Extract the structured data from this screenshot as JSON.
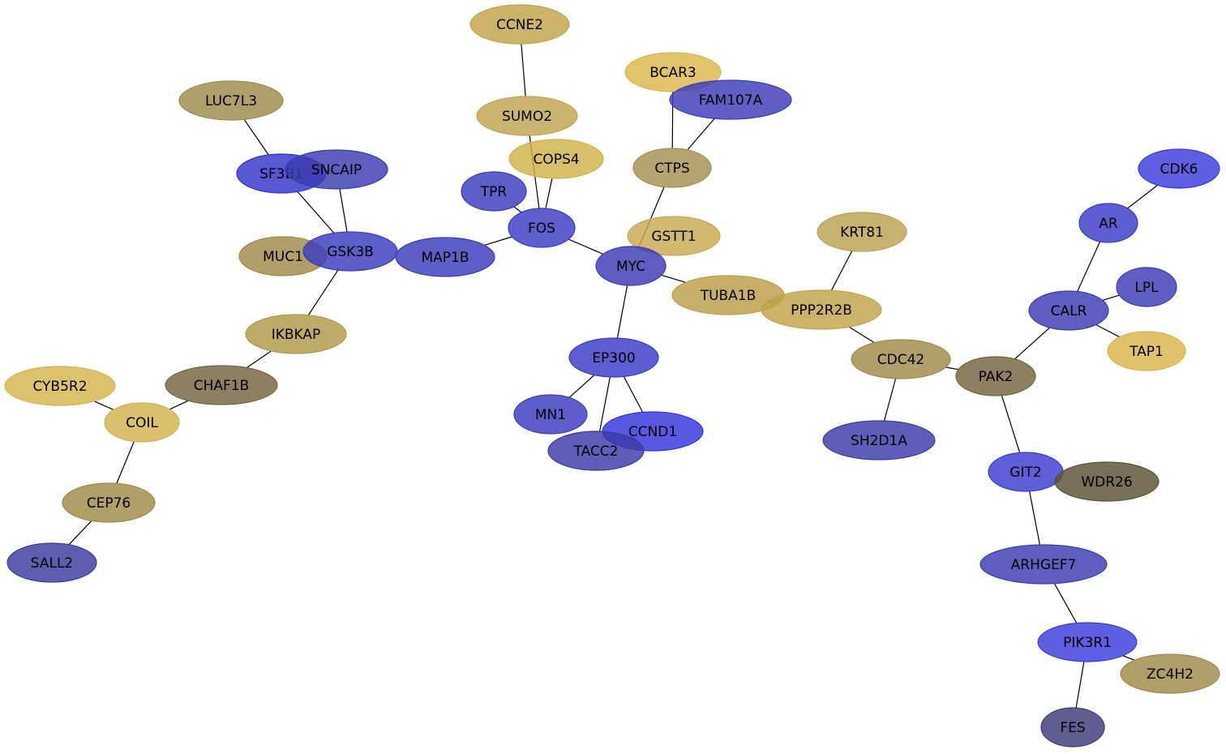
{
  "nodes": [
    {
      "id": "CCNE2",
      "label": "CCNE2",
      "color": "#c0a448"
    },
    {
      "id": "BCAR3",
      "label": "BCAR3",
      "color": "#dab64a"
    },
    {
      "id": "FAM107A",
      "label": "FAM107A",
      "color": "#3b3bb8"
    },
    {
      "id": "LUC7L3",
      "label": "LUC7L3",
      "color": "#9e8a4a"
    },
    {
      "id": "SUMO2",
      "label": "SUMO2",
      "color": "#c0a450"
    },
    {
      "id": "COPS4",
      "label": "COPS4",
      "color": "#cfb24a"
    },
    {
      "id": "CTPS",
      "label": "CTPS",
      "color": "#a69050"
    },
    {
      "id": "CDK6",
      "label": "CDK6",
      "color": "#3a3adc"
    },
    {
      "id": "SF3B1",
      "label": "SF3B1",
      "color": "#3333cc"
    },
    {
      "id": "SNCAIP",
      "label": "SNCAIP",
      "color": "#3b3bb0"
    },
    {
      "id": "TPR",
      "label": "TPR",
      "color": "#3b3bc0"
    },
    {
      "id": "FOS",
      "label": "FOS",
      "color": "#3b3bc4"
    },
    {
      "id": "GSTT1",
      "label": "GSTT1",
      "color": "#c8aa50"
    },
    {
      "id": "KRT81",
      "label": "KRT81",
      "color": "#bca150"
    },
    {
      "id": "AR",
      "label": "AR",
      "color": "#3b3bc8"
    },
    {
      "id": "MUC1",
      "label": "MUC1",
      "color": "#a08a48"
    },
    {
      "id": "GSK3B",
      "label": "GSK3B",
      "color": "#3b3bc0"
    },
    {
      "id": "MAP1B",
      "label": "MAP1B",
      "color": "#3b3bbc"
    },
    {
      "id": "MYC",
      "label": "MYC",
      "color": "#3b3bb4"
    },
    {
      "id": "LPL",
      "label": "LPL",
      "color": "#3b3bb8"
    },
    {
      "id": "TUBA1B",
      "label": "TUBA1B",
      "color": "#bc9e48"
    },
    {
      "id": "PPP2R2B",
      "label": "PPP2R2B",
      "color": "#c0a448"
    },
    {
      "id": "CALR",
      "label": "CALR",
      "color": "#3b3bb4"
    },
    {
      "id": "IKBKAP",
      "label": "IKBKAP",
      "color": "#b09848"
    },
    {
      "id": "TAP1",
      "label": "TAP1",
      "color": "#d8b54a"
    },
    {
      "id": "EP300",
      "label": "EP300",
      "color": "#3b3bc8"
    },
    {
      "id": "CDC42",
      "label": "CDC42",
      "color": "#a08a48"
    },
    {
      "id": "PAK2",
      "label": "PAK2",
      "color": "#746440"
    },
    {
      "id": "CYB5R2",
      "label": "CYB5R2",
      "color": "#d6b54e"
    },
    {
      "id": "CHAF1B",
      "label": "CHAF1B",
      "color": "#746440"
    },
    {
      "id": "COIL",
      "label": "COIL",
      "color": "#d0b24e"
    },
    {
      "id": "MN1",
      "label": "MN1",
      "color": "#3b3bc0"
    },
    {
      "id": "CCND1",
      "label": "CCND1",
      "color": "#3333dd"
    },
    {
      "id": "TACC2",
      "label": "TACC2",
      "color": "#3b3ba8"
    },
    {
      "id": "SH2D1A",
      "label": "SH2D1A",
      "color": "#3b3ba8"
    },
    {
      "id": "GIT2",
      "label": "GIT2",
      "color": "#3b3bd0"
    },
    {
      "id": "WDR26",
      "label": "WDR26",
      "color": "#5a5034"
    },
    {
      "id": "CEP76",
      "label": "CEP76",
      "color": "#a08a48"
    },
    {
      "id": "SALL2",
      "label": "SALL2",
      "color": "#3b3ba0"
    },
    {
      "id": "ARHGEF7",
      "label": "ARHGEF7",
      "color": "#3b3bb0"
    },
    {
      "id": "PIK3R1",
      "label": "PIK3R1",
      "color": "#3b3bdc"
    },
    {
      "id": "ZC4H2",
      "label": "ZC4H2",
      "color": "#a08a48"
    },
    {
      "id": "FES",
      "label": "FES",
      "color": "#3b3b78"
    }
  ],
  "edges": [
    [
      "CCNE2",
      "SUMO2"
    ],
    [
      "SUMO2",
      "FOS"
    ],
    [
      "COPS4",
      "FOS"
    ],
    [
      "TPR",
      "FOS"
    ],
    [
      "FOS",
      "MAP1B"
    ],
    [
      "FOS",
      "MYC"
    ],
    [
      "BCAR3",
      "CTPS"
    ],
    [
      "FAM107A",
      "CTPS"
    ],
    [
      "CTPS",
      "MYC"
    ],
    [
      "LUC7L3",
      "SF3B1"
    ],
    [
      "SF3B1",
      "GSK3B"
    ],
    [
      "SNCAIP",
      "GSK3B"
    ],
    [
      "MAP1B",
      "GSK3B"
    ],
    [
      "GSK3B",
      "IKBKAP"
    ],
    [
      "IKBKAP",
      "CHAF1B"
    ],
    [
      "CHAF1B",
      "COIL"
    ],
    [
      "CYB5R2",
      "COIL"
    ],
    [
      "COIL",
      "CEP76"
    ],
    [
      "CEP76",
      "SALL2"
    ],
    [
      "MYC",
      "TUBA1B"
    ],
    [
      "MYC",
      "EP300"
    ],
    [
      "EP300",
      "MN1"
    ],
    [
      "EP300",
      "TACC2"
    ],
    [
      "EP300",
      "CCND1"
    ],
    [
      "TUBA1B",
      "PPP2R2B"
    ],
    [
      "KRT81",
      "PPP2R2B"
    ],
    [
      "PPP2R2B",
      "CDC42"
    ],
    [
      "CDC42",
      "SH2D1A"
    ],
    [
      "CDC42",
      "PAK2"
    ],
    [
      "PAK2",
      "CALR"
    ],
    [
      "PAK2",
      "GIT2"
    ],
    [
      "CALR",
      "AR"
    ],
    [
      "AR",
      "CDK6"
    ],
    [
      "CALR",
      "LPL"
    ],
    [
      "CALR",
      "TAP1"
    ],
    [
      "GIT2",
      "ARHGEF7"
    ],
    [
      "ARHGEF7",
      "PIK3R1"
    ],
    [
      "PIK3R1",
      "ZC4H2"
    ],
    [
      "PIK3R1",
      "FES"
    ]
  ]
}
